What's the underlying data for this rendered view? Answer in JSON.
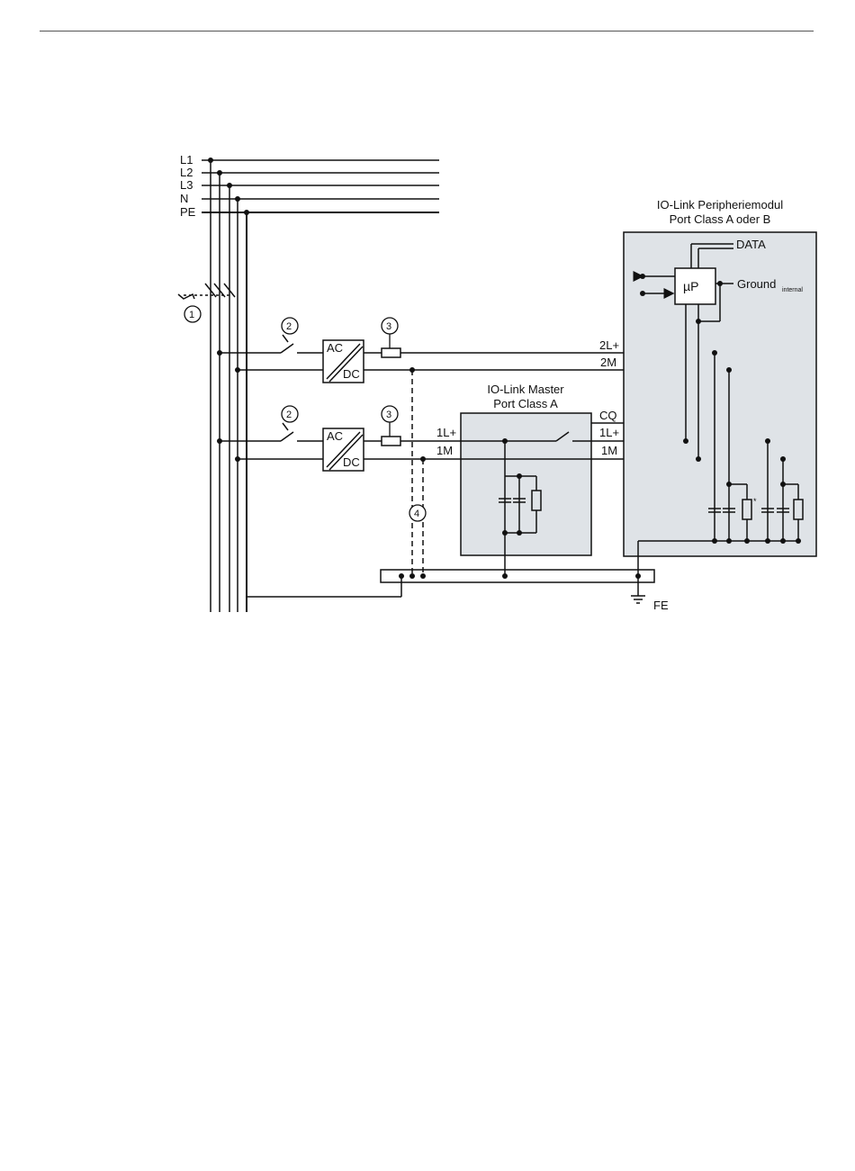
{
  "labels": {
    "l1": "L1",
    "l2": "L2",
    "l3": "L3",
    "n": "N",
    "pe": "PE",
    "callout1": "1",
    "callout2": "2",
    "callout3": "3",
    "callout4": "4",
    "ac": "AC",
    "dc": "DC",
    "line_2l": "2L+",
    "line_2m": "2M",
    "line_1l_in": "1L+",
    "line_1m_in": "1M",
    "line_cq": "CQ",
    "line_1l_out": "1L+",
    "line_1m_out": "1M",
    "master_title_1": "IO-Link Master",
    "master_title_2": "Port Class A",
    "peri_title_1": "IO-Link Peripheriemodul",
    "peri_title_2": "Port Class A oder B",
    "data": "DATA",
    "up": "µP",
    "ground": "Ground",
    "ground_sub": "internal",
    "asterisk": "*",
    "fe": "FE"
  }
}
